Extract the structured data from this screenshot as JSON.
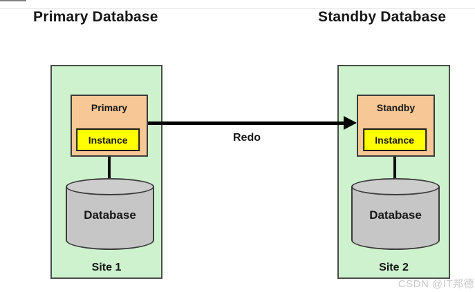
{
  "titles": {
    "left": "Primary Database",
    "right": "Standby Database"
  },
  "arrow": {
    "label": "Redo"
  },
  "sites": [
    {
      "name": "Site 1",
      "role": "Primary",
      "instance": "Instance",
      "storage": "Database"
    },
    {
      "name": "Site 2",
      "role": "Standby",
      "instance": "Instance",
      "storage": "Database"
    }
  ],
  "watermark": "CSDN @IT邦德",
  "colors": {
    "site_fill": "#cdf2cd",
    "site_border": "#4a4a4a",
    "role_fill": "#f7c795",
    "instance_fill": "#ffff00",
    "cylinder_fill": "#c6c6c6",
    "cylinder_top_fill": "#cdcdcd",
    "box_border": "#3b3b3b",
    "arrow_color": "#000000",
    "text_color": "#161616",
    "watermark_color": "#c9c9c9",
    "rule_color": "#eaeaea"
  }
}
